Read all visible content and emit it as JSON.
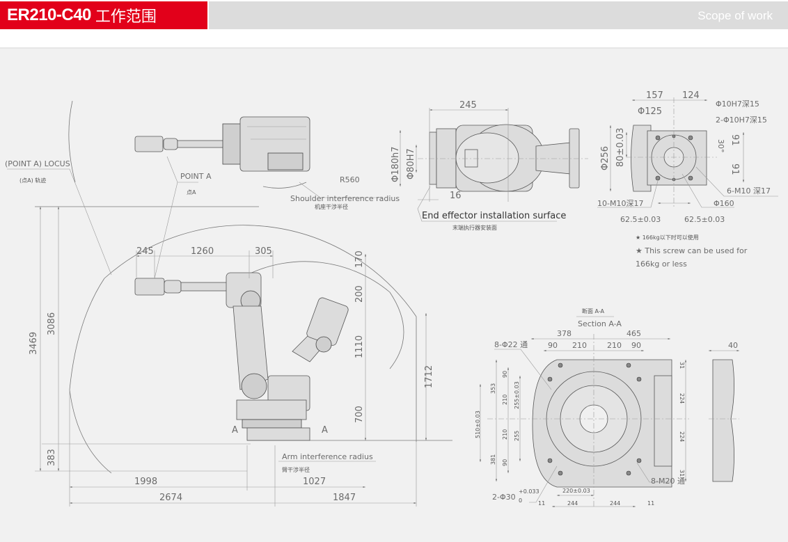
{
  "header": {
    "model": "ER210-C40",
    "title_cn": "工作范围",
    "title_en": "Scope of work"
  },
  "side_view": {
    "point_a_locus": "(POINT A) LOCUS",
    "point_a_locus_cn": "(点A) 轨迹",
    "point_a": "POINT A",
    "point_a_cn": "点A",
    "r560": "R560",
    "shoulder_radius": "Shoulder interference radius",
    "shoulder_radius_cn": "机座干涉半径",
    "arm_radius": "Arm interference radius",
    "arm_radius_cn": "臂干涉半径",
    "section_mark_left": "A",
    "section_mark_right": "A",
    "dims": {
      "d245": "245",
      "d1260": "1260",
      "d305": "305",
      "d170": "170",
      "d200": "200",
      "d1110": "1110",
      "d700": "700",
      "d1712": "1712",
      "d3469": "3469",
      "d3086": "3086",
      "d383": "383",
      "d1998": "1998",
      "d1027": "1027",
      "d2674": "2674",
      "d1847": "1847"
    }
  },
  "wrist_view": {
    "d245": "245",
    "d180h7": "Φ180h7",
    "d80H7": "Φ80H7",
    "d16": "16",
    "surface": "End effector installation surface",
    "surface_cn": "末端执行器安装面"
  },
  "flange_view": {
    "d157": "157",
    "d124": "124",
    "d125": "Φ125",
    "pin1": "Φ10H7深15",
    "pin2": "2-Φ10H7深15",
    "angle": "30°",
    "d256": "Φ256",
    "d80": "80±0.03",
    "d91a": "91",
    "d91b": "91",
    "m10_6": "6-M10 深17",
    "m10_10": "10-M10深17",
    "d160": "Φ160",
    "d62a": "62.5±0.03",
    "d62b": "62.5±0.03",
    "note_cn": "166kg以下时可以使用",
    "note_en_1": "This screw can be used for",
    "note_en_2": "166kg or less"
  },
  "base_view": {
    "section_cn": "断面 A-A",
    "section_en": "Section A-A",
    "d378": "378",
    "d465": "465",
    "d90a": "90",
    "d210a": "210",
    "d210b": "210",
    "d90b": "90",
    "holes22": "8-Φ22 通",
    "d40": "40",
    "left": {
      "d90a": "90",
      "d353": "353",
      "d210a": "210",
      "d255a": "255±0.03",
      "d510": "510±0.03",
      "d210b": "210",
      "d255b": "255",
      "d381": "381",
      "d90b": "90"
    },
    "right": {
      "d31a": "31",
      "d224a": "224",
      "d224b": "224",
      "d31b": "31"
    },
    "m20": "8-M20 通",
    "pin30": "2-Φ30",
    "pin30_tol_up": "+0.033",
    "pin30_tol_dn": "0",
    "d220": "220±0.03",
    "bottom": {
      "d11a": "11",
      "d244a": "244",
      "d244b": "244",
      "d11b": "11"
    }
  }
}
